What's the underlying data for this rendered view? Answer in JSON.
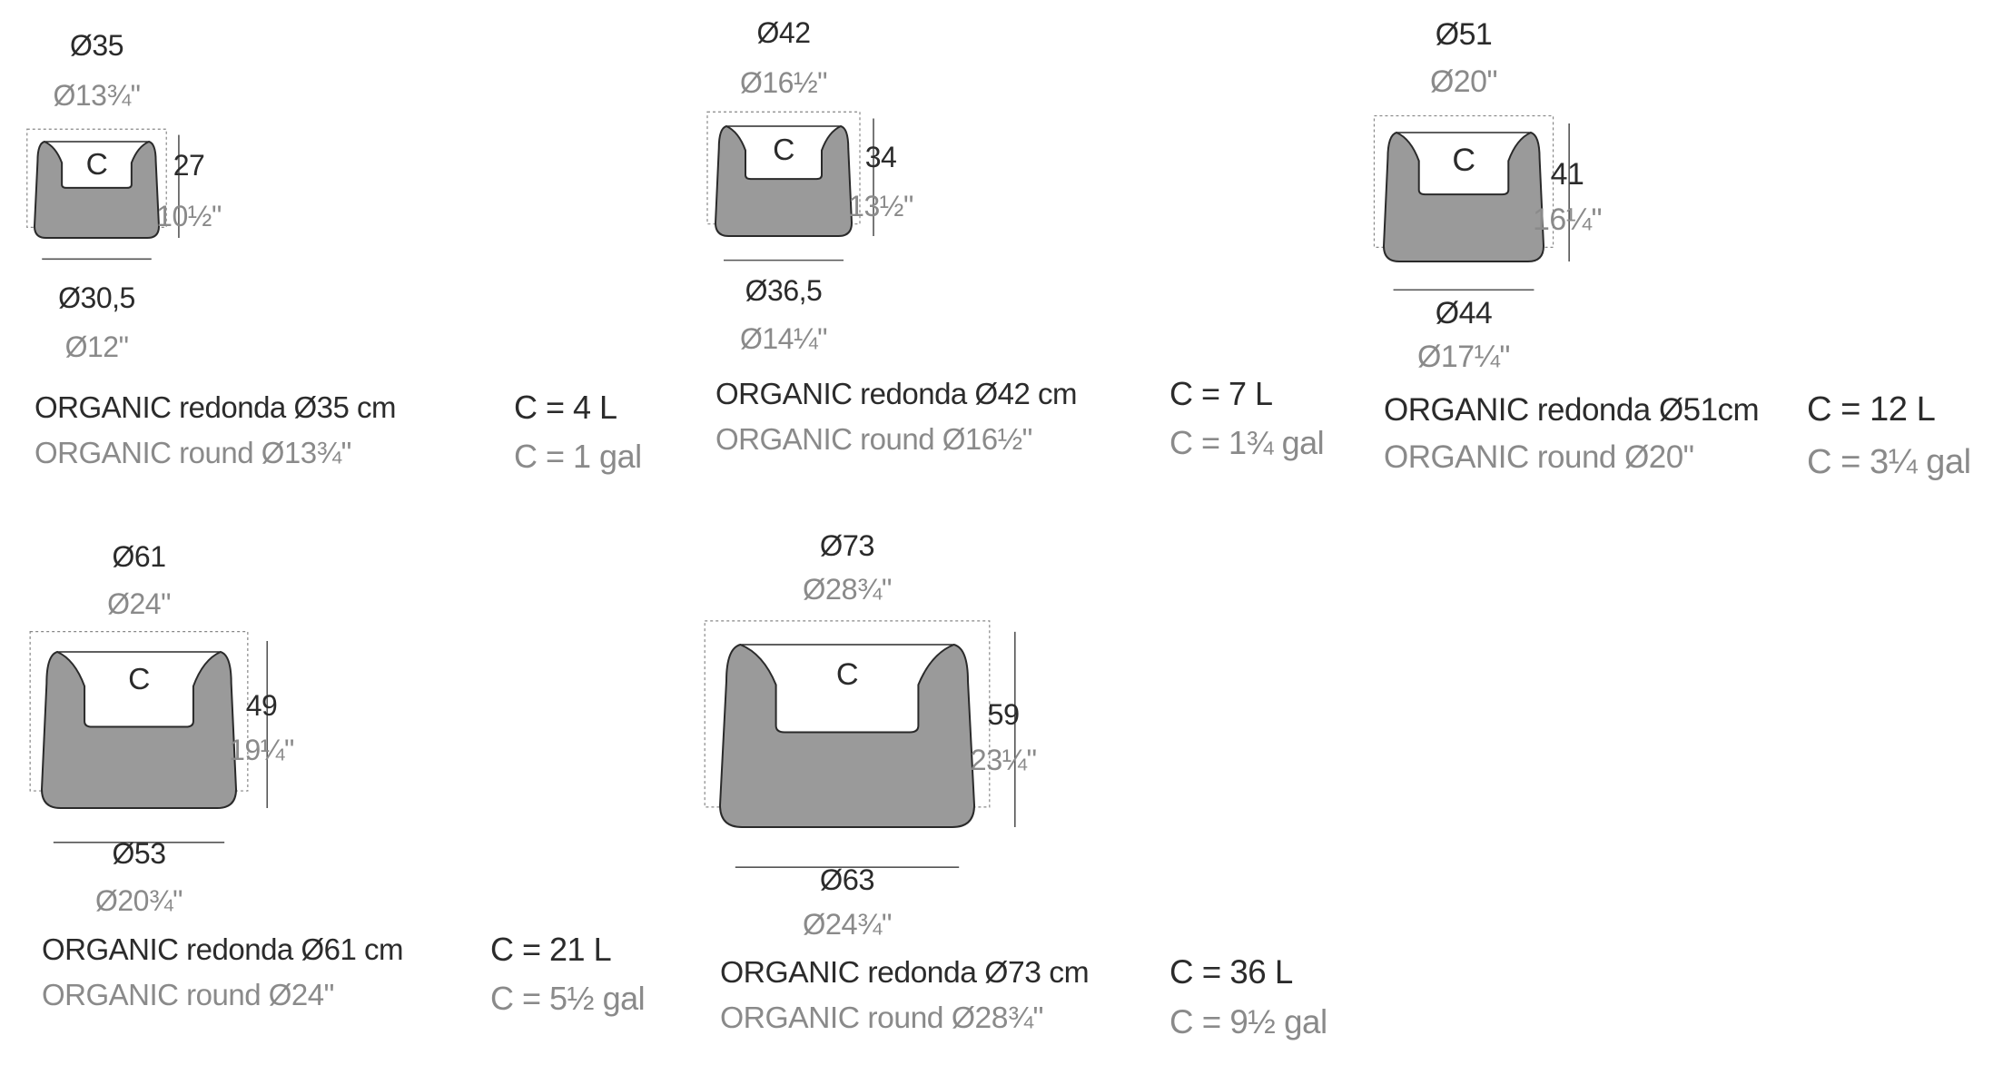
{
  "colors": {
    "pot_fill": "#9a9a9a",
    "pot_stroke": "#2a2a2a",
    "dim_line": "#555555",
    "dashed_line": "#888888",
    "text_dark": "#2b2b2b",
    "text_grey": "#8a8a8a"
  },
  "products": [
    {
      "top_cm": "Ø35",
      "top_in": "Ø13¾\"",
      "height_cm": "27",
      "height_in": "10½\"",
      "base_cm": "Ø30,5",
      "base_in": "Ø12\"",
      "capacity_marker": "C",
      "name_es": "ORGANIC redonda Ø35 cm",
      "name_en": "ORGANIC round Ø13¾\"",
      "capacity_l": "C = 4 L",
      "capacity_gal": "C = 1 gal"
    },
    {
      "top_cm": "Ø42",
      "top_in": "Ø16½\"",
      "height_cm": "34",
      "height_in": "13½\"",
      "base_cm": "Ø36,5",
      "base_in": "Ø14¼\"",
      "capacity_marker": "C",
      "name_es": "ORGANIC redonda Ø42 cm",
      "name_en": "ORGANIC round Ø16½\"",
      "capacity_l": "C = 7 L",
      "capacity_gal": "C = 1¾ gal"
    },
    {
      "top_cm": "Ø51",
      "top_in": "Ø20\"",
      "height_cm": "41",
      "height_in": "16¼\"",
      "base_cm": "Ø44",
      "base_in": "Ø17¼\"",
      "capacity_marker": "C",
      "name_es": "ORGANIC redonda Ø51cm",
      "name_en": "ORGANIC round Ø20\"",
      "capacity_l": "C = 12 L",
      "capacity_gal": "C = 3¼ gal"
    },
    {
      "top_cm": "Ø61",
      "top_in": "Ø24\"",
      "height_cm": "49",
      "height_in": "19¼\"",
      "base_cm": "Ø53",
      "base_in": "Ø20¾\"",
      "capacity_marker": "C",
      "name_es": "ORGANIC redonda Ø61 cm",
      "name_en": "ORGANIC round Ø24\"",
      "capacity_l": "C = 21 L",
      "capacity_gal": "C = 5½ gal"
    },
    {
      "top_cm": "Ø73",
      "top_in": "Ø28¾\"",
      "height_cm": "59",
      "height_in": "23¼\"",
      "base_cm": "Ø63",
      "base_in": "Ø24¾\"",
      "capacity_marker": "C",
      "name_es": "ORGANIC redonda Ø73 cm",
      "name_en": "ORGANIC round Ø28¾\"",
      "capacity_l": "C = 36 L",
      "capacity_gal": "C = 9½ gal"
    }
  ]
}
